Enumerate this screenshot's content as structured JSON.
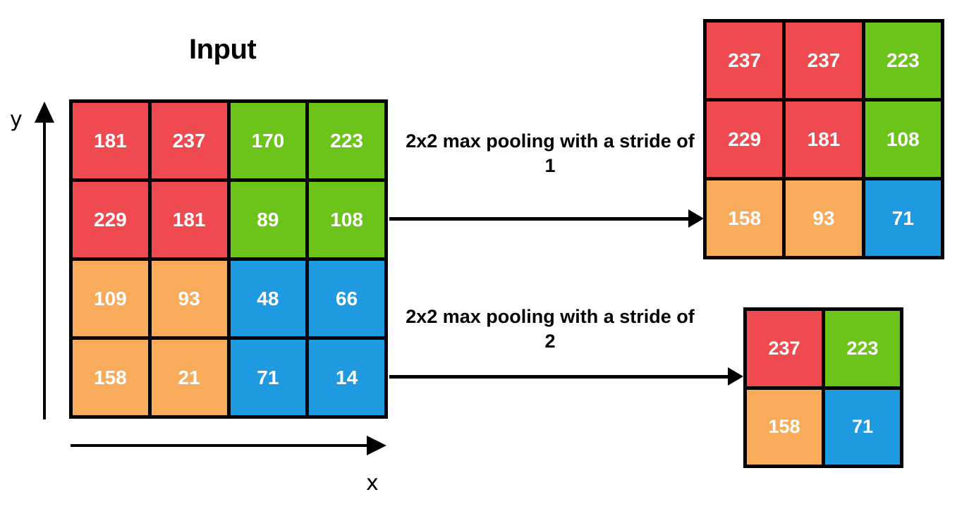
{
  "title": "Input",
  "axes": {
    "x_label": "x",
    "y_label": "y"
  },
  "labels": {
    "op1": "2x2 max pooling with a stride of 1",
    "op2": "2x2 max pooling with a stride of 2"
  },
  "colors": {
    "red": "#ef4a4f",
    "green": "#6cc41a",
    "orange": "#f9ab5c",
    "blue": "#1f9ae0",
    "border": "#000000",
    "text_on_cell": "#ffffff",
    "background": "#ffffff"
  },
  "chart_data": {
    "type": "heatmap",
    "title": "Input",
    "xlabel": "x",
    "ylabel": "y",
    "grids": [
      {
        "name": "input",
        "rows": 4,
        "cols": 4,
        "values": [
          [
            181,
            237,
            170,
            223
          ],
          [
            229,
            181,
            89,
            108
          ],
          [
            109,
            93,
            48,
            66
          ],
          [
            158,
            21,
            71,
            14
          ]
        ],
        "colors": [
          [
            "red",
            "red",
            "green",
            "green"
          ],
          [
            "red",
            "red",
            "green",
            "green"
          ],
          [
            "orange",
            "orange",
            "blue",
            "blue"
          ],
          [
            "orange",
            "orange",
            "blue",
            "blue"
          ]
        ]
      },
      {
        "name": "output-stride-1",
        "rows": 3,
        "cols": 3,
        "values": [
          [
            237,
            237,
            223
          ],
          [
            229,
            181,
            108
          ],
          [
            158,
            93,
            71
          ]
        ],
        "colors": [
          [
            "red",
            "red",
            "green"
          ],
          [
            "red",
            "red",
            "green"
          ],
          [
            "orange",
            "orange",
            "blue"
          ]
        ]
      },
      {
        "name": "output-stride-2",
        "rows": 2,
        "cols": 2,
        "values": [
          [
            237,
            223
          ],
          [
            158,
            71
          ]
        ],
        "colors": [
          [
            "red",
            "green"
          ],
          [
            "orange",
            "blue"
          ]
        ]
      }
    ]
  }
}
